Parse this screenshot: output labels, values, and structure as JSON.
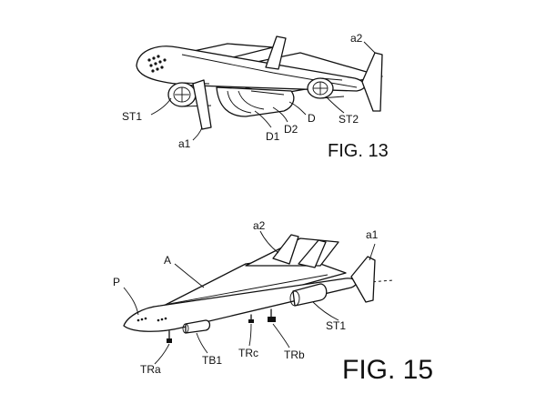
{
  "figures": [
    {
      "caption": "FIG. 13",
      "labels": {
        "a2": "a2",
        "st1": "ST1",
        "a1": "a1",
        "d1": "D1",
        "d2": "D2",
        "d": "D",
        "st2": "ST2"
      }
    },
    {
      "caption": "FIG. 15",
      "labels": {
        "a2": "a2",
        "a1": "a1",
        "a": "A",
        "p": "P",
        "st1": "ST1",
        "tra": "TRa",
        "tb1": "TB1",
        "trc": "TRc",
        "trb": "TRb"
      }
    }
  ]
}
